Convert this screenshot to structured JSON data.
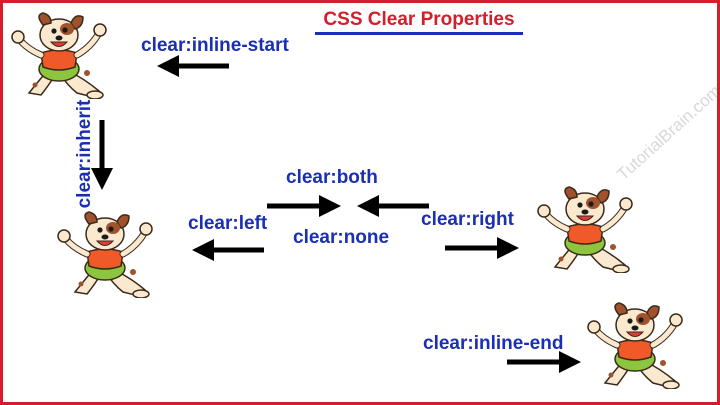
{
  "diagram": {
    "title": "CSS Clear Properties",
    "watermark": "TutorialBrain.com",
    "labels": {
      "inline_start": "clear:inline-start",
      "inherit": "clear:inherit",
      "both": "clear:both",
      "none": "clear:none",
      "left": "clear:left",
      "right": "clear:right",
      "inline_end": "clear:inline-end"
    },
    "colors": {
      "border": "#d21f2a",
      "title": "#d21f2a",
      "label": "#1b2fb4",
      "arrow": "#000000"
    },
    "figures": [
      "dog-mascot-top-left",
      "dog-mascot-left",
      "dog-mascot-right",
      "dog-mascot-bottom-right"
    ]
  }
}
